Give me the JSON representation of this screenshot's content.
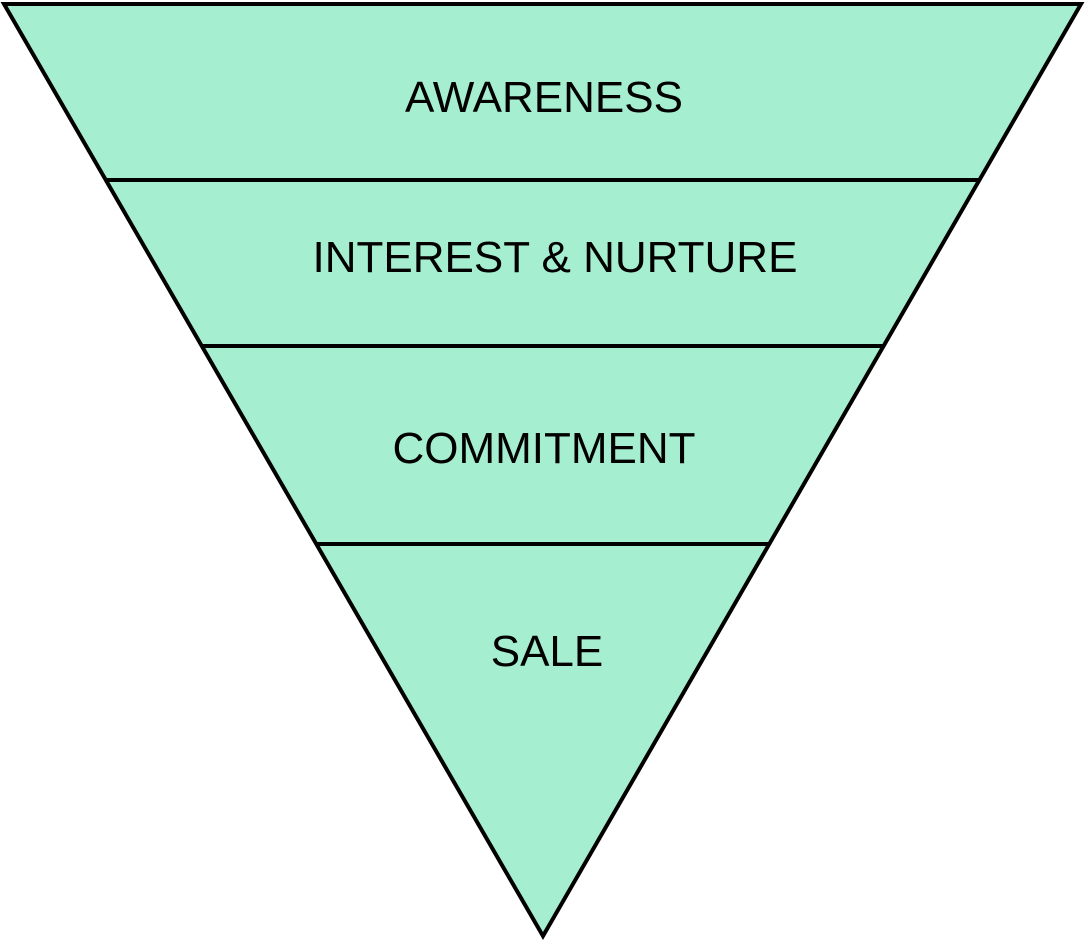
{
  "title": "Sales funnel",
  "colors": {
    "fill": "#a6eed0",
    "stroke": "#000000"
  },
  "stages": [
    {
      "label": "AWARENESS"
    },
    {
      "label": "INTEREST & NURTURE"
    },
    {
      "label": "COMMITMENT"
    },
    {
      "label": "SALE"
    }
  ]
}
